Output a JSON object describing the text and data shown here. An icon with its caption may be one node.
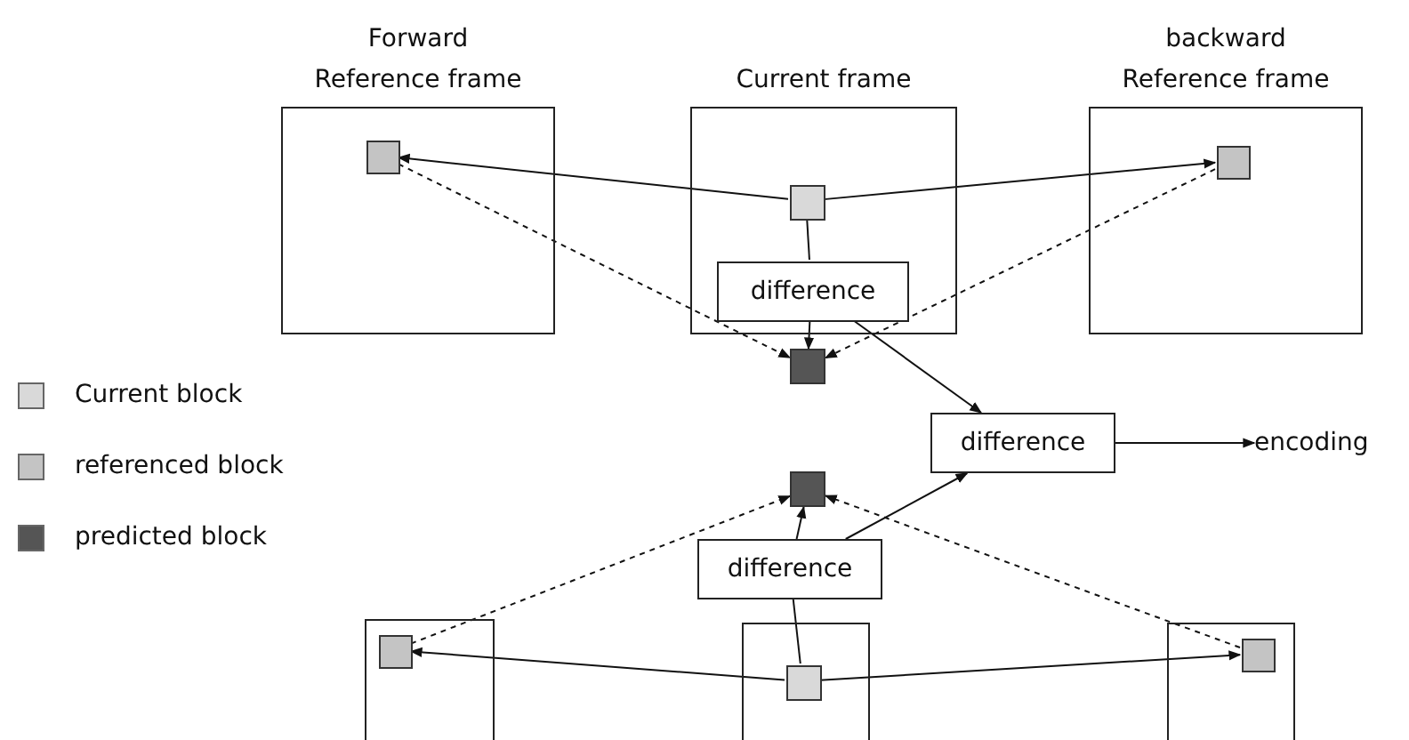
{
  "diagram": {
    "nodes": [
      {
        "text": [
          "Forward Reference frame"
        ]
      },
      {
        "text": [],
        "shape": "box",
        "in": 0
      },
      {
        "text": [
          "Current frame"
        ]
      },
      {
        "text": [],
        "shape": "box",
        "in": 2
      },
      {
        "text": [
          "difference"
        ],
        "in": 2
      },
      {
        "text": [
          "backward Reference frame"
        ]
      },
      {
        "text": [],
        "shape": "box",
        "in": 5
      },
      {
        "text": [],
        "shape": "box"
      },
      {
        "text": [
          "difference"
        ]
      },
      {
        "text": [
          "encoding"
        ]
      },
      {
        "text": [],
        "shape": "box"
      },
      {
        "text": [
          "difference"
        ]
      },
      {
        "text": [],
        "shape": "box"
      },
      {
        "text": [],
        "shape": "box",
        "in": 12
      },
      {
        "text": [],
        "shape": "box"
      },
      {
        "text": [],
        "shape": "box",
        "in": 14
      },
      {
        "text": [],
        "shape": "box"
      },
      {
        "text": [],
        "shape": "box",
        "in": 16
      }
    ],
    "edges": [
      {
        "from": 3,
        "to": 1,
        "arrow": "to"
      },
      {
        "from": 3,
        "to": 6,
        "arrow": "to"
      },
      {
        "from": 3,
        "to": 4,
        "arrow": "none"
      },
      {
        "from": 1,
        "to": 7,
        "arrow": "to",
        "style": "dashed"
      },
      {
        "from": 6,
        "to": 7,
        "arrow": "to",
        "style": "dashed"
      },
      {
        "from": 4,
        "to": 7,
        "arrow": "to"
      },
      {
        "from": 4,
        "to": 8,
        "arrow": "to"
      },
      {
        "from": 8,
        "to": 9,
        "arrow": "to"
      },
      {
        "from": 11,
        "to": 8,
        "arrow": "to"
      },
      {
        "from": 13,
        "to": 10,
        "arrow": "to",
        "style": "dashed"
      },
      {
        "from": 17,
        "to": 10,
        "arrow": "to",
        "style": "dashed"
      },
      {
        "from": 11,
        "to": 10,
        "arrow": "to"
      },
      {
        "from": 15,
        "to": 11,
        "arrow": "none"
      },
      {
        "from": 15,
        "to": 13,
        "arrow": "to"
      },
      {
        "from": 15,
        "to": 17,
        "arrow": "to"
      }
    ],
    "legend": [
      {
        "text": "Current block",
        "color": "#d9d9d9"
      },
      {
        "text": "referenced block",
        "color": "#c4c4c4"
      },
      {
        "text": "predicted block",
        "color": "#555555"
      }
    ]
  }
}
